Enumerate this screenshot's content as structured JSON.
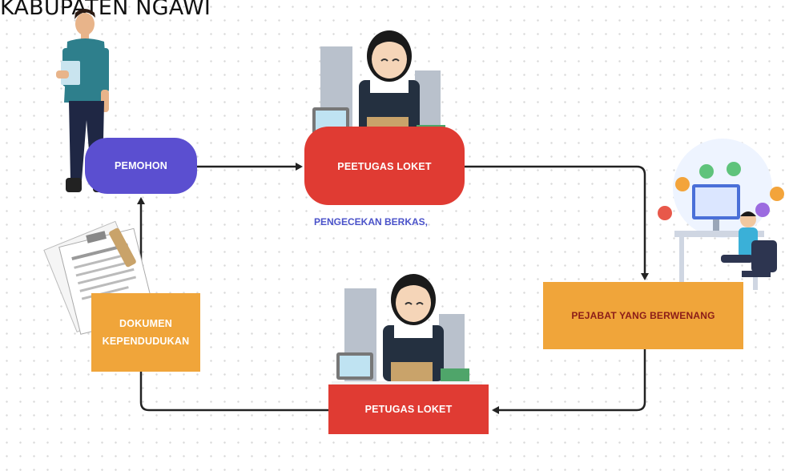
{
  "title": "KABUPATEN NGAWI",
  "nodes": {
    "pemohon": "PEMOHON",
    "petugas_loket_top": "PEETUGAS LOKET",
    "pengecekan": "PENGECEKAN BERKAS,",
    "pejabat": "PEJABAT YANG BERWENANG",
    "dokumen_line1": "DOKUMEN",
    "dokumen_line2": "KEPENDUDUKAN",
    "petugas_loket_bottom": "PETUGAS LOKET"
  },
  "colors": {
    "pemohon": "#5b4fd0",
    "loket": "#e03b33",
    "orange": "#f0a53a",
    "note_text": "#4a52c9"
  },
  "icons": [
    "person-icon",
    "officer-icon",
    "document-icon",
    "computer-user-icon"
  ]
}
